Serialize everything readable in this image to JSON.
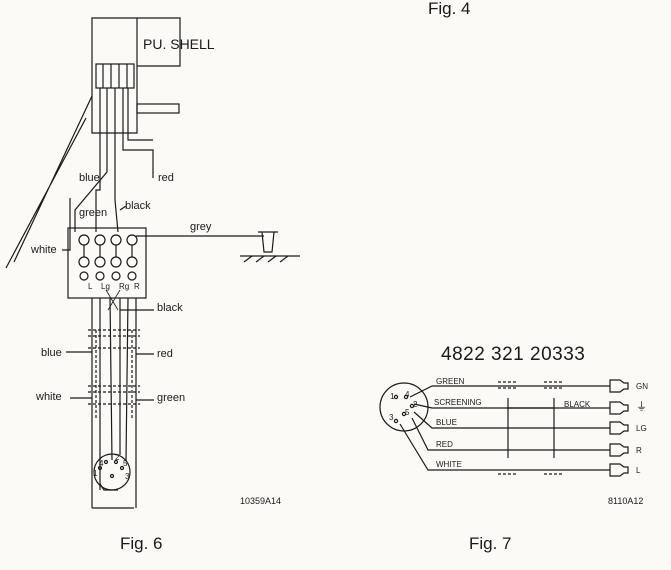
{
  "fig4": {
    "caption": "Fig. 4"
  },
  "fig6": {
    "caption": "Fig. 6",
    "ref": "10359A14",
    "shell_label": "PU. SHELL",
    "wires": {
      "blue_top": "blue",
      "red_top": "red",
      "green_top": "green",
      "black_top": "black",
      "grey": "grey",
      "white_top": "white",
      "black_mid": "black",
      "blue_low": "blue",
      "red_low": "red",
      "white_low": "white",
      "green_low": "green"
    },
    "terminal_labels": [
      "L",
      "Lg",
      "Rg",
      "R"
    ],
    "plug_pins": [
      "1",
      "4",
      "2",
      "5",
      "3"
    ]
  },
  "fig7": {
    "caption": "Fig. 7",
    "part_number": "4822 321 20333",
    "ref": "8110A12",
    "pins": [
      "1",
      "4",
      "2",
      "5",
      "3"
    ],
    "wires": [
      "GREEN",
      "SCREENING",
      "BLUE",
      "RED",
      "WHITE"
    ],
    "shield_label": "BLACK",
    "terminals": [
      "GN",
      "⏚",
      "LG",
      "R",
      "L"
    ]
  }
}
